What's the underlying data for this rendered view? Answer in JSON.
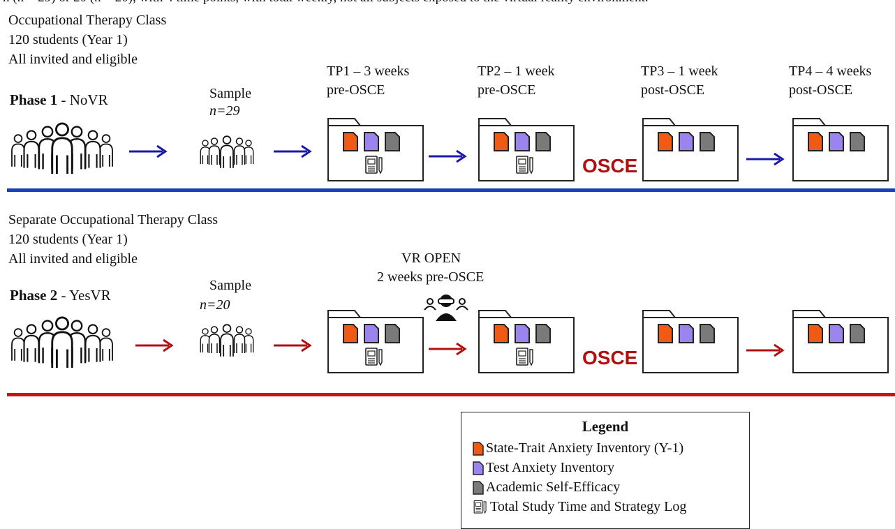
{
  "header": {
    "clipped_line": "n (n = 29) or 20 (n = 20), with 4 time points, with total weekly, not all subjects exposed to the virtual reality environment."
  },
  "phase1": {
    "class_lines": [
      "Occupational Therapy Class",
      "120 students (Year 1)",
      "All invited and eligible"
    ],
    "label_bold": "Phase 1",
    "label_rest": " - NoVR",
    "sample_label": "Sample",
    "sample_n": "n=29",
    "arrow_color": "#1a1aa8",
    "rule_color": "#1a3fb8"
  },
  "phase2": {
    "class_lines": [
      "Separate Occupational Therapy Class",
      "120 students (Year 1)",
      "All invited and eligible"
    ],
    "label_bold": "Phase 2",
    "label_rest": " - YesVR",
    "sample_label": "Sample",
    "sample_n": "n=20",
    "vr_line1": "VR OPEN",
    "vr_line2": "2 weeks pre-OSCE",
    "arrow_color": "#b01010",
    "rule_color": "#c01818"
  },
  "timepoints": [
    {
      "line1": "TP1 – 3 weeks",
      "line2": "pre-OSCE"
    },
    {
      "line1": "TP2 – 1 week",
      "line2": "pre-OSCE"
    },
    {
      "line1": "TP3 – 1 week",
      "line2": "post-OSCE"
    },
    {
      "line1": "TP4 – 4 weeks",
      "line2": "post-OSCE"
    }
  ],
  "osce_label": "OSCE",
  "colors": {
    "stai": "#f05a14",
    "tai": "#9b84ee",
    "ase": "#7a7a7a"
  },
  "legend": {
    "title": "Legend",
    "items": [
      {
        "icon": "orange-document-icon",
        "label": "State-Trait Anxiety Inventory (Y-1)"
      },
      {
        "icon": "purple-document-icon",
        "label": "Test Anxiety Inventory"
      },
      {
        "icon": "gray-document-icon",
        "label": "Academic Self-Efficacy"
      },
      {
        "icon": "study-log-icon",
        "label": "Total Study Time and Strategy Log"
      }
    ]
  }
}
